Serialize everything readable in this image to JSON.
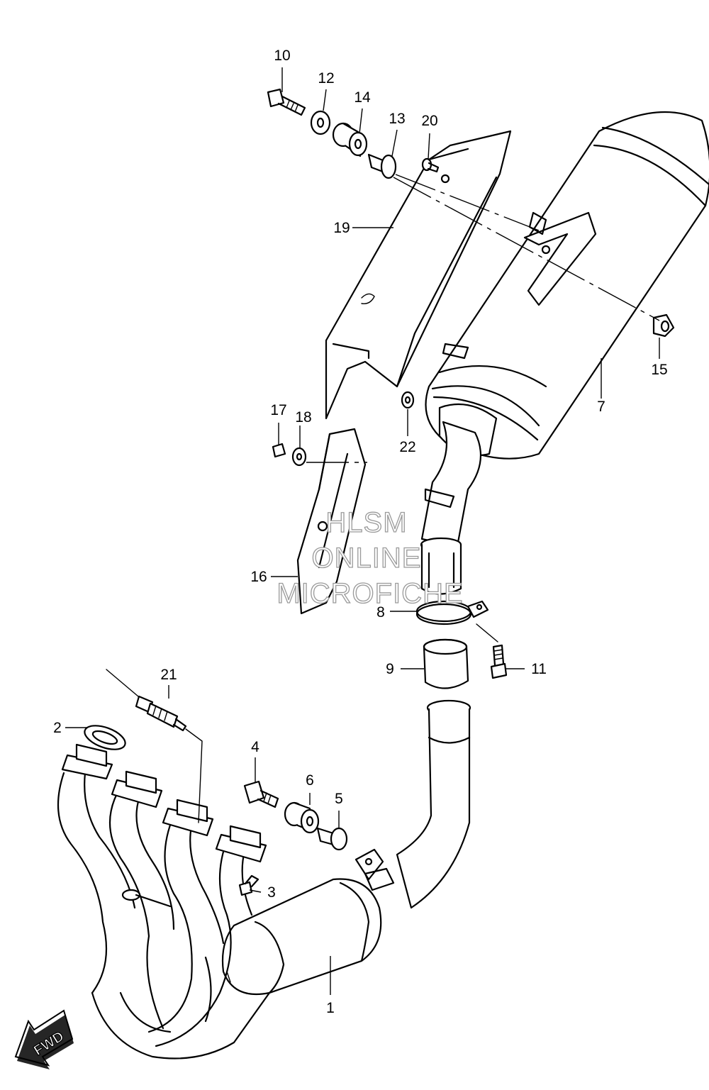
{
  "callouts": [
    {
      "num": "1"
    },
    {
      "num": "2"
    },
    {
      "num": "3"
    },
    {
      "num": "4"
    },
    {
      "num": "5"
    },
    {
      "num": "6"
    },
    {
      "num": "7"
    },
    {
      "num": "8"
    },
    {
      "num": "9"
    },
    {
      "num": "10"
    },
    {
      "num": "11"
    },
    {
      "num": "12"
    },
    {
      "num": "13"
    },
    {
      "num": "14"
    },
    {
      "num": "15"
    },
    {
      "num": "16"
    },
    {
      "num": "17"
    },
    {
      "num": "18"
    },
    {
      "num": "19"
    },
    {
      "num": "20"
    },
    {
      "num": "21"
    },
    {
      "num": "22"
    }
  ],
  "watermark": {
    "line1": "HLSM",
    "line2": "ONLINE",
    "line3": "MICROFICHE"
  },
  "direction_arrow": {
    "label": "FWD"
  }
}
